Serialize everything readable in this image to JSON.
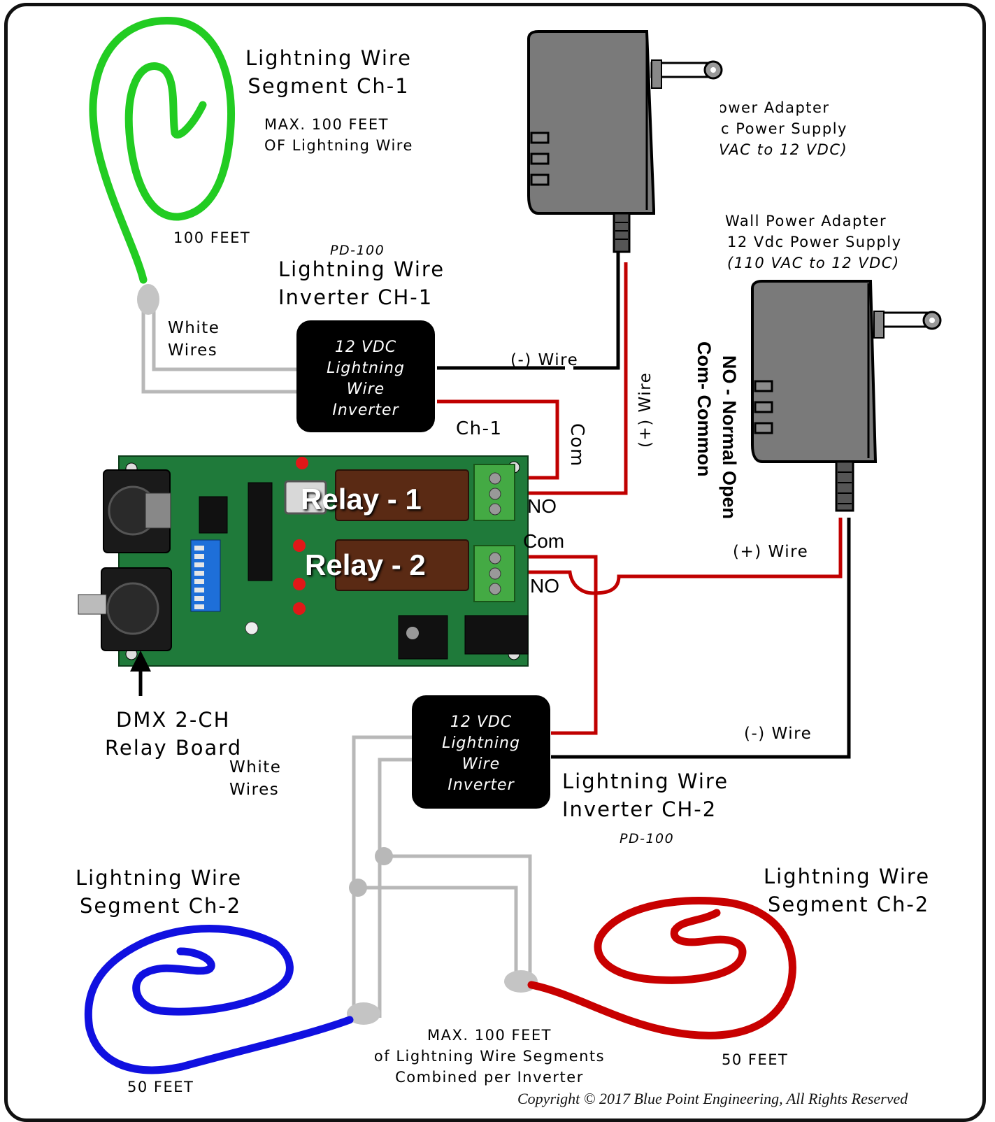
{
  "colors": {
    "segment_ch1": "#22cc22",
    "segment_ch2_blue": "#1010e0",
    "segment_ch2_red": "#c80000",
    "white_wire": "#b8b8b8",
    "positive_wire": "#c00000",
    "negative_wire": "#000000",
    "pcb_green": "#1f7a3a",
    "adapter_gray": "#7a7a7a",
    "inverter_body": "#000000"
  },
  "segment_ch1": {
    "title_line1": "Lightning Wire",
    "title_line2": "Segment Ch-1",
    "max_line1": "MAX. 100 FEET",
    "max_line2": "OF Lightning Wire",
    "length": "100 FEET"
  },
  "inverter_ch1": {
    "model": "PD-100",
    "title_line1": "Lightning Wire",
    "title_line2": "Inverter  CH-1",
    "body_line1": "12 VDC",
    "body_line2": "Lightning",
    "body_line3": "Wire",
    "body_line4": "Inverter",
    "white_wires_line1": "White",
    "white_wires_line2": "Wires",
    "channel": "Ch-1",
    "com": "Com",
    "neg_wire": "(-) Wire",
    "pos_wire": "(+) Wire"
  },
  "adapter_1": {
    "line1": "ower Adapter",
    "line2": "c Power Supply",
    "line3": "VAC to 12 VDC)"
  },
  "adapter_2": {
    "line1": "Wall Power Adapter",
    "line2": "12 Vdc Power Supply",
    "line3": "(110 VAC to 12 VDC)",
    "pos_wire": "(+) Wire",
    "neg_wire": "(-) Wire"
  },
  "legend": {
    "line1": "NO - Normal Open",
    "line2": "Com- Common"
  },
  "relay_board": {
    "relay1": "Relay - 1",
    "relay2": "Relay - 2",
    "r1_no": "NO",
    "r2_com": "Com",
    "r2_no": "NO",
    "title_line1": "DMX 2-CH",
    "title_line2": "Relay Board"
  },
  "inverter_ch2": {
    "model": "PD-100",
    "title_line1": "Lightning Wire",
    "title_line2": "Inverter  CH-2",
    "body_line1": "12 VDC",
    "body_line2": "Lightning",
    "body_line3": "Wire",
    "body_line4": "Inverter",
    "white_wires_line1": "White",
    "white_wires_line2": "Wires"
  },
  "segment_ch2_left": {
    "title_line1": "Lightning Wire",
    "title_line2": "Segment Ch-2",
    "length": "50 FEET"
  },
  "segment_ch2_right": {
    "title_line1": "Lightning Wire",
    "title_line2": "Segment Ch-2",
    "length": "50 FEET"
  },
  "combined_note": {
    "line1": "MAX. 100 FEET",
    "line2": "of Lightning Wire Segments",
    "line3": "Combined per Inverter"
  },
  "copyright": "Copyright © 2017  Blue Point Engineering,  All Rights Reserved"
}
